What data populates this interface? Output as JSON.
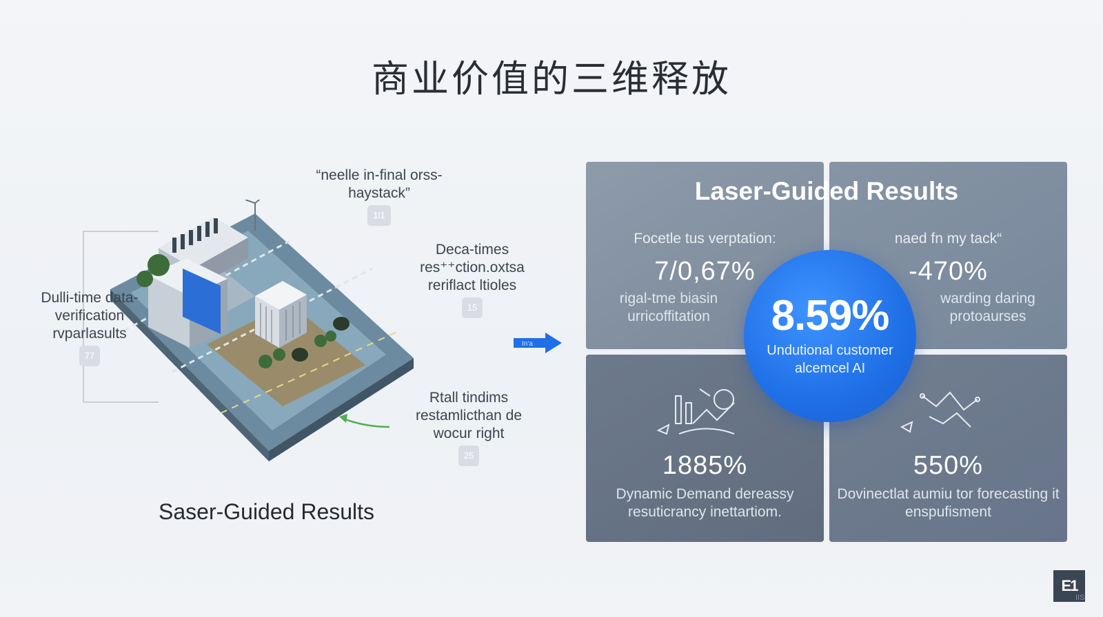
{
  "slide": {
    "title": "商业价值的三维释放"
  },
  "left": {
    "annotations": [
      {
        "text": "“neelle in-final orss-haystack”",
        "badge": "1l1"
      },
      {
        "text": "Deca-times res⁺⁺ction.oxtsa reriflact ltioles",
        "badge": "15"
      },
      {
        "text": "Dulli-time data-verification rvparlasults",
        "badge": "77"
      },
      {
        "text": "Rtall tindims restamlicthan de wocur right",
        "badge": "25"
      }
    ],
    "caption": "Saser-Guided Results",
    "connector_label": "In'a"
  },
  "right": {
    "title": "Laser-Guided Results",
    "panels": [
      {
        "label": "Focetle tus verptation:",
        "value": "7/0,67%",
        "desc": "rigal-tme biasin urricoffitation"
      },
      {
        "label": "naed fn my tack“",
        "value": "-470%",
        "desc": "warding daring protoaurses"
      },
      {
        "label": "",
        "value": "1885%",
        "desc": "Dynamic Demand dereassy resuticrancy inettartiom."
      },
      {
        "label": "",
        "value": "550%",
        "desc": "Dovinectlat aumiu tor forecasting it enspufisment"
      }
    ],
    "center": {
      "value": "8.59%",
      "desc": "Undutional customer alcemcel AI"
    }
  },
  "logo": {
    "mark": "E1",
    "sub": "IIS"
  },
  "colors": {
    "accent": "#1f6fe6",
    "panel": "#7b8899",
    "panel_dark": "#616d7e",
    "background": "#f1f3f6"
  }
}
